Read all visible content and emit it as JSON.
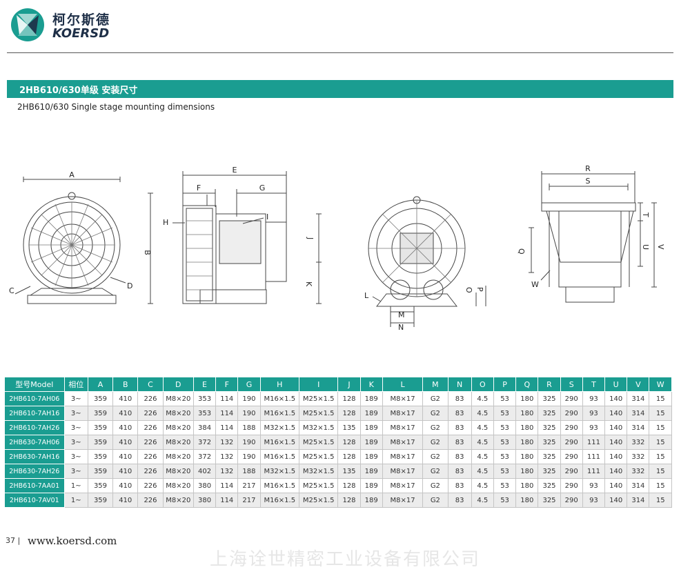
{
  "brand": {
    "name_cn": "柯尔斯德",
    "name_en": "KOERSD",
    "colors": {
      "primary": "#1a9d91",
      "dark": "#1e2f47"
    }
  },
  "header": {
    "title": "2HB610/630单级 安装尺寸",
    "subtitle": "2HB610/630  Single stage mounting dimensions"
  },
  "drawing_labels": {
    "a": "A",
    "b": "B",
    "c": "C",
    "d": "D",
    "e": "E",
    "f": "F",
    "g": "G",
    "h": "H",
    "i": "I",
    "j": "J",
    "k": "K",
    "l": "L",
    "m": "M",
    "n": "N",
    "o": "O",
    "p": "P",
    "q": "Q",
    "r": "R",
    "s": "S",
    "t": "T",
    "u": "U",
    "v": "V",
    "w": "W"
  },
  "table": {
    "columns": [
      "型号Model",
      "相位",
      "A",
      "B",
      "C",
      "D",
      "E",
      "F",
      "G",
      "H",
      "I",
      "J",
      "K",
      "L",
      "M",
      "N",
      "O",
      "P",
      "Q",
      "R",
      "S",
      "T",
      "U",
      "V",
      "W"
    ],
    "rows": [
      [
        "2HB610-7AH06",
        "3~",
        "359",
        "410",
        "226",
        "M8×20",
        "353",
        "114",
        "190",
        "M16×1.5",
        "M25×1.5",
        "128",
        "189",
        "M8×17",
        "G2",
        "83",
        "4.5",
        "53",
        "180",
        "325",
        "290",
        "93",
        "140",
        "314",
        "15"
      ],
      [
        "2HB610-7AH16",
        "3~",
        "359",
        "410",
        "226",
        "M8×20",
        "353",
        "114",
        "190",
        "M16×1.5",
        "M25×1.5",
        "128",
        "189",
        "M8×17",
        "G2",
        "83",
        "4.5",
        "53",
        "180",
        "325",
        "290",
        "93",
        "140",
        "314",
        "15"
      ],
      [
        "2HB610-7AH26",
        "3~",
        "359",
        "410",
        "226",
        "M8×20",
        "384",
        "114",
        "188",
        "M32×1.5",
        "M32×1.5",
        "135",
        "189",
        "M8×17",
        "G2",
        "83",
        "4.5",
        "53",
        "180",
        "325",
        "290",
        "93",
        "140",
        "314",
        "15"
      ],
      [
        "2HB630-7AH06",
        "3~",
        "359",
        "410",
        "226",
        "M8×20",
        "372",
        "132",
        "190",
        "M16×1.5",
        "M25×1.5",
        "128",
        "189",
        "M8×17",
        "G2",
        "83",
        "4.5",
        "53",
        "180",
        "325",
        "290",
        "111",
        "140",
        "332",
        "15"
      ],
      [
        "2HB630-7AH16",
        "3~",
        "359",
        "410",
        "226",
        "M8×20",
        "372",
        "132",
        "190",
        "M16×1.5",
        "M25×1.5",
        "128",
        "189",
        "M8×17",
        "G2",
        "83",
        "4.5",
        "53",
        "180",
        "325",
        "290",
        "111",
        "140",
        "332",
        "15"
      ],
      [
        "2HB630-7AH26",
        "3~",
        "359",
        "410",
        "226",
        "M8×20",
        "402",
        "132",
        "188",
        "M32×1.5",
        "M32×1.5",
        "135",
        "189",
        "M8×17",
        "G2",
        "83",
        "4.5",
        "53",
        "180",
        "325",
        "290",
        "111",
        "140",
        "332",
        "15"
      ],
      [
        "2HB610-7AA01",
        "1~",
        "359",
        "410",
        "226",
        "M8×20",
        "380",
        "114",
        "217",
        "M16×1.5",
        "M25×1.5",
        "128",
        "189",
        "M8×17",
        "G2",
        "83",
        "4.5",
        "53",
        "180",
        "325",
        "290",
        "93",
        "140",
        "314",
        "15"
      ],
      [
        "2HB610-7AV01",
        "1~",
        "359",
        "410",
        "226",
        "M8×20",
        "380",
        "114",
        "217",
        "M16×1.5",
        "M25×1.5",
        "128",
        "189",
        "M8×17",
        "G2",
        "83",
        "4.5",
        "53",
        "180",
        "325",
        "290",
        "93",
        "140",
        "314",
        "15"
      ]
    ]
  },
  "footer": {
    "page_number": "37 |",
    "url": "www.koersd.com",
    "company": "上海诠世精密工业设备有限公司"
  }
}
